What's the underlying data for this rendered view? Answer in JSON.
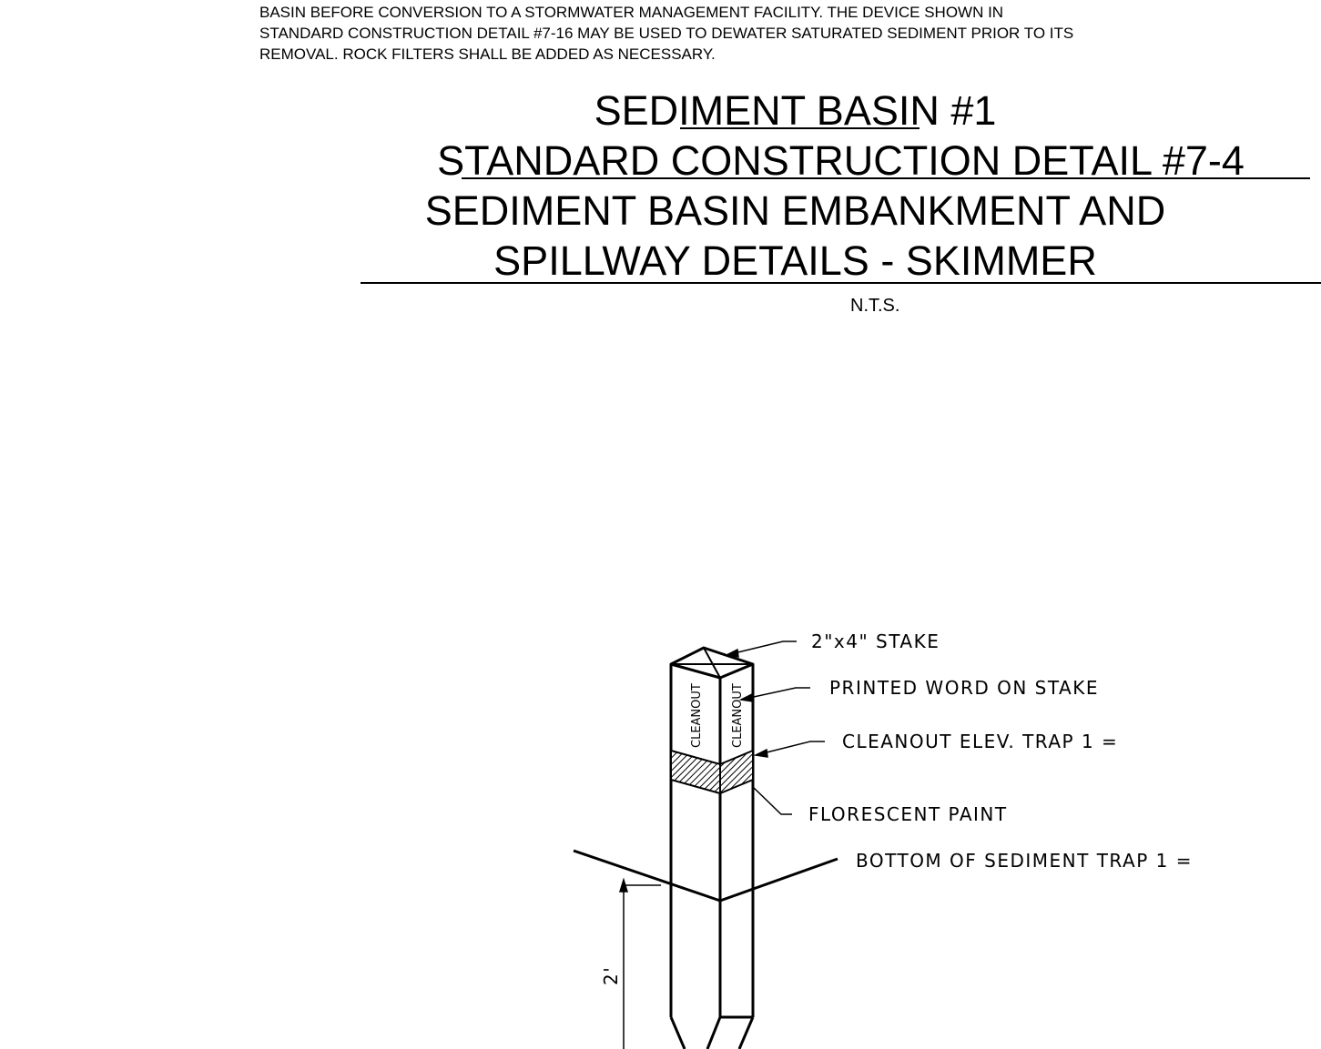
{
  "notes": {
    "text": "BASIN BEFORE CONVERSION TO A STORMWATER MANAGEMENT FACILITY. THE DEVICE SHOWN IN\nSTANDARD CONSTRUCTION DETAIL #7-16 MAY BE USED TO DEWATER SATURATED SEDIMENT PRIOR TO ITS\nREMOVAL. ROCK FILTERS SHALL BE ADDED AS NECESSARY."
  },
  "title": {
    "line1": "SEDIMENT BASIN #1",
    "line2": "STANDARD CONSTRUCTION DETAIL #7-4",
    "line3": "SEDIMENT BASIN EMBANKMENT AND",
    "line4": "SPILLWAY DETAILS - SKIMMER",
    "scale": "N.T.S."
  },
  "detail": {
    "stake_word_left": "CLEANOUT",
    "stake_word_right": "CLEANOUT",
    "label_stake": "2\"x4\" STAKE",
    "label_printed_word": "PRINTED WORD ON STAKE",
    "label_cleanout_elev": "CLEANOUT ELEV. TRAP 1 =",
    "label_paint": "FLORESCENT PAINT",
    "label_bottom": "BOTTOM OF SEDIMENT TRAP 1 =",
    "dimension": "2'"
  }
}
